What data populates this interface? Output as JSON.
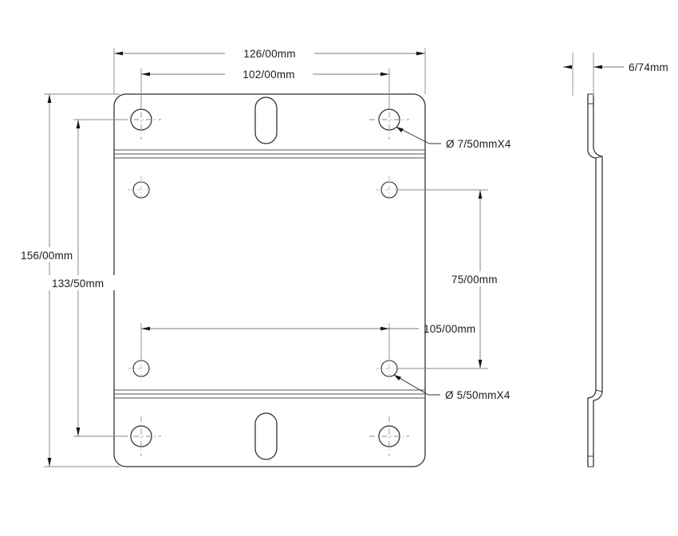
{
  "drawing": {
    "title": "Sheet metal mounting bracket - front and side view",
    "background_color": "#ffffff",
    "line_color": "#2b2b31",
    "dimension_color": "#77777f",
    "text_color": "#1c1c22",
    "views": {
      "front": {
        "name": "front-view",
        "label": ""
      },
      "side": {
        "name": "side-view",
        "label": ""
      }
    },
    "dimensions": {
      "overall_width": "126/00mm",
      "hole_pitch_width": "102/00mm",
      "overall_height": "156/00mm",
      "inner_height": "133/50mm",
      "inner_hole_pitch_vertical": "75/00mm",
      "inner_hole_pitch_horizontal": "105/00mm",
      "material_thickness": "6/74mm"
    },
    "callouts": {
      "large_hole": "Ø 7/50mmX4",
      "small_hole": "Ø 5/50mmX4"
    },
    "features": {
      "corner_radius": "rounded-corner",
      "slot_top": "slotted-oval-hole-top",
      "slot_bottom": "slotted-oval-hole-bottom",
      "bend_line_top": "bend-line-upper",
      "bend_line_bottom": "bend-line-lower",
      "large_hole_count": 4,
      "small_hole_count": 4
    }
  }
}
